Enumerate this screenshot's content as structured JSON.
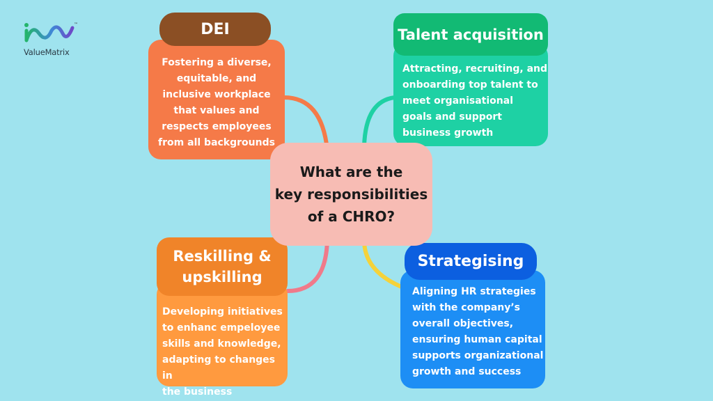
{
  "brand": {
    "name": "ValueMatrix",
    "trademark": "™",
    "colors": [
      "#24b46b",
      "#3f88d6",
      "#6f48c7"
    ]
  },
  "center": {
    "text": "What are the\nkey responsibilities\nof a CHRO?",
    "color": "#f7bcb4"
  },
  "nodes": {
    "dei": {
      "title": "DEI",
      "description": "Fostering a diverse,\nequitable, and\ninclusive workplace\nthat values and\nrespects employees\nfrom all backgrounds",
      "colors": {
        "title_bg": "#8b4f24",
        "card_bg": "#f57a48",
        "connector": "#f57a48"
      }
    },
    "talent_acquisition": {
      "title": "Talent acquisition",
      "description": "Attracting, recruiting, and\nonboarding top talent to\nmeet organisational\ngoals and support\nbusiness growth",
      "colors": {
        "title_bg": "#12ba74",
        "card_bg": "#1ed1a4",
        "connector": "#1ed1a4"
      }
    },
    "reskilling": {
      "title": "Reskilling &\nupskilling",
      "description": "Developing initiatives\nto enhanc empeloyee\nskills and knowledge,\nadapting to changes in\nthe business",
      "colors": {
        "title_bg": "#f08429",
        "card_bg": "#ff9a3f",
        "connector": "#f07a8a"
      }
    },
    "strategising": {
      "title": "Strategising",
      "description": "Aligning HR strategies\nwith the company’s\noverall objectives,\nensuring human capital\nsupports organizational\ngrowth and success",
      "colors": {
        "title_bg": "#0c5fe0",
        "card_bg": "#1d8ef5",
        "connector": "#f5d23a"
      }
    }
  }
}
